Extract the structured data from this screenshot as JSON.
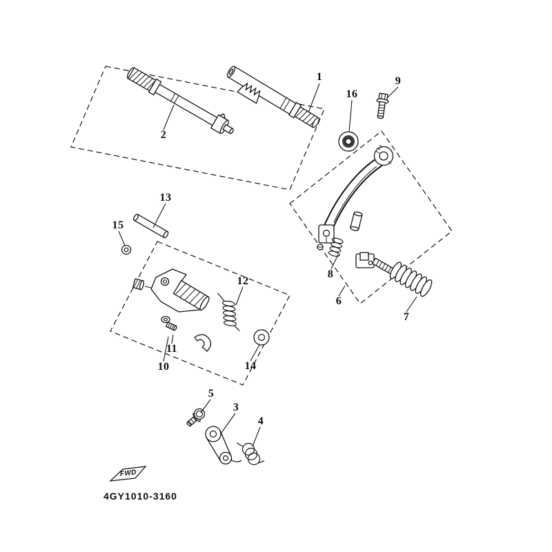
{
  "diagram": {
    "code": "4GY1010-3160",
    "fwd_label": "FWD",
    "background_color": "#ffffff",
    "line_color": "#141414"
  },
  "callouts": [
    "1",
    "2",
    "3",
    "4",
    "5",
    "6",
    "7",
    "8",
    "9",
    "10",
    "11",
    "12",
    "13",
    "14",
    "15",
    "16"
  ]
}
